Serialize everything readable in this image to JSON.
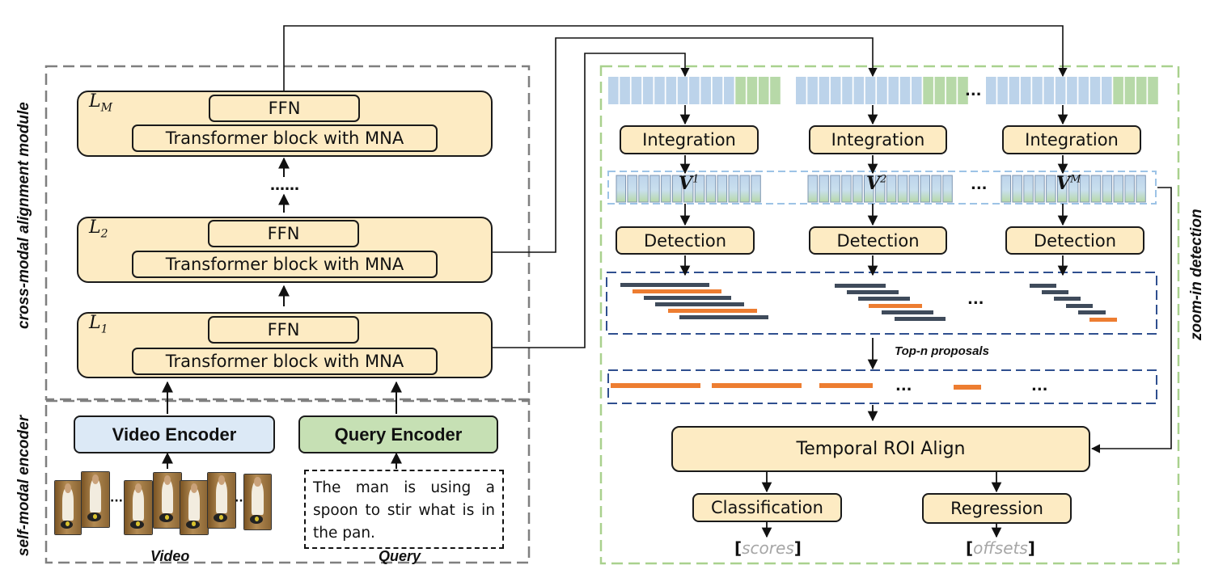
{
  "modules": {
    "cross_modal_label": "cross-modal alignment module",
    "self_modal_label": "self-modal encoder",
    "zoom_in_label": "zoom-in detection"
  },
  "layers": [
    {
      "tag": "L",
      "sub": "M",
      "ffn": "FFN",
      "block": "Transformer block with MNA"
    },
    {
      "tag": "L",
      "sub": "2",
      "ffn": "FFN",
      "block": "Transformer block with MNA"
    },
    {
      "tag": "L",
      "sub": "1",
      "ffn": "FFN",
      "block": "Transformer block with MNA"
    }
  ],
  "layer_gap_dots": "……",
  "encoders": {
    "video": "Video Encoder",
    "query": "Query Encoder",
    "video_caption": "Video",
    "query_caption": "Query",
    "query_text": "The man is using a spoon to stir what is in the pan.",
    "frame_dots": "···"
  },
  "branches": [
    {
      "integration": "Integration",
      "v": "V",
      "sup": "1",
      "detection": "Detection"
    },
    {
      "integration": "Integration",
      "v": "V",
      "sup": "2",
      "detection": "Detection"
    },
    {
      "integration": "Integration",
      "v": "V",
      "sup": "M",
      "detection": "Detection"
    }
  ],
  "ellipsis": "...",
  "top_n": "Top-n proposals",
  "roi_align": "Temporal ROI Align",
  "classification": "Classification",
  "regression": "Regression",
  "outputs": {
    "scores_open": "[",
    "scores": "scores",
    "scores_close": "]",
    "offsets_open": "[",
    "offsets": "offsets",
    "offsets_close": "]"
  },
  "colors": {
    "cream": "#fdebc3",
    "video_encoder": "#dce9f6",
    "query_encoder": "#c6e0b4",
    "token_blue": "#bcd3ea",
    "token_green": "#b7d9a8",
    "proposal_dark": "#3f4b5b",
    "proposal_orange": "#ed7d31",
    "frame_green": "#a9d18e",
    "frame_blue": "#5b7bb0",
    "frame_gray": "#7f7f7f"
  }
}
